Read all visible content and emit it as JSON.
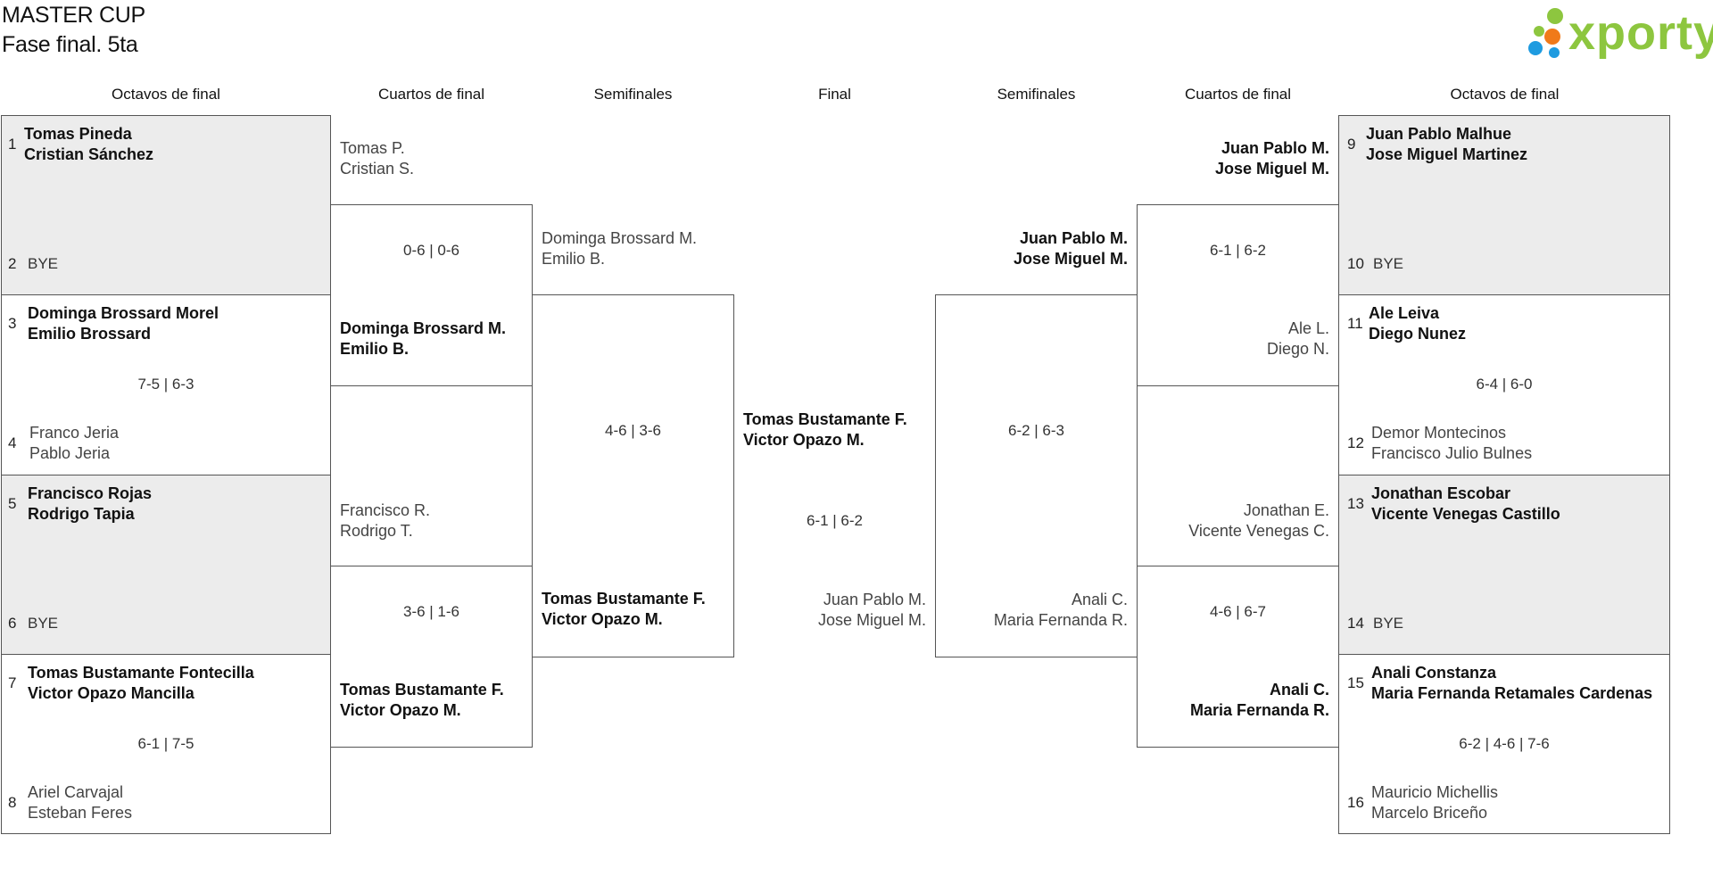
{
  "header": {
    "title": "MASTER CUP",
    "subtitle": "Fase final. 5ta"
  },
  "logo": {
    "text": "xporty",
    "accent": "#8dc63f",
    "dot_colors": [
      "#8dc63f",
      "#1e9be0",
      "#f07a1a"
    ]
  },
  "rounds": {
    "left_r16": "Octavos de final",
    "left_qf": "Cuartos de final",
    "left_sf": "Semifinales",
    "final": "Final",
    "right_sf": "Semifinales",
    "right_qf": "Cuartos de final",
    "right_r16": "Octavos de final"
  },
  "r16_left": [
    {
      "top_seed": "1",
      "top": [
        "Tomas Pineda",
        "Cristian Sánchez"
      ],
      "bottom_seed": "2",
      "bottom": [
        "BYE"
      ],
      "score": ""
    },
    {
      "top_seed": "3",
      "top": [
        "Dominga Brossard Morel",
        "Emilio Brossard"
      ],
      "bottom_seed": "4",
      "bottom": [
        "Franco Jeria",
        "Pablo Jeria"
      ],
      "score": "7-5 | 6-3"
    },
    {
      "top_seed": "5",
      "top": [
        "Francisco Rojas",
        "Rodrigo Tapia"
      ],
      "bottom_seed": "6",
      "bottom": [
        "BYE"
      ],
      "score": ""
    },
    {
      "top_seed": "7",
      "top": [
        "Tomas Bustamante Fontecilla",
        "Victor Opazo Mancilla"
      ],
      "bottom_seed": "8",
      "bottom": [
        "Ariel Carvajal",
        "Esteban Feres"
      ],
      "score": "6-1 | 7-5"
    }
  ],
  "r16_right": [
    {
      "top_seed": "9",
      "top": [
        "Juan Pablo Malhue",
        "Jose Miguel Martinez"
      ],
      "bottom_seed": "10",
      "bottom": [
        "BYE"
      ],
      "score": ""
    },
    {
      "top_seed": "11",
      "top": [
        "Ale Leiva",
        "Diego Nunez"
      ],
      "bottom_seed": "12",
      "bottom": [
        "Demor Montecinos",
        "Francisco Julio Bulnes"
      ],
      "score": "6-4 | 6-0"
    },
    {
      "top_seed": "13",
      "top": [
        "Jonathan Escobar",
        "Vicente Venegas Castillo"
      ],
      "bottom_seed": "14",
      "bottom": [
        "BYE"
      ],
      "score": ""
    },
    {
      "top_seed": "15",
      "top": [
        "Anali Constanza",
        "Maria Fernanda Retamales Cardenas"
      ],
      "bottom_seed": "16",
      "bottom": [
        "Mauricio Michellis",
        "Marcelo Briceño"
      ],
      "score": "6-2 | 4-6 | 7-6"
    }
  ],
  "qf_left": [
    {
      "top": [
        "Tomas P.",
        "Cristian S."
      ],
      "bottom": [
        "Dominga Brossard M.",
        "Emilio B."
      ],
      "score": "0-6 | 0-6"
    },
    {
      "top": [
        "Francisco R.",
        "Rodrigo T."
      ],
      "bottom": [
        "Tomas Bustamante F.",
        "Victor Opazo M."
      ],
      "score": "3-6 | 1-6"
    }
  ],
  "qf_right": [
    {
      "top": [
        "Juan Pablo M.",
        "Jose Miguel M."
      ],
      "bottom": [
        "Ale L.",
        "Diego N."
      ],
      "score": "6-1 | 6-2"
    },
    {
      "top": [
        "Jonathan E.",
        "Vicente Venegas C."
      ],
      "bottom": [
        "Anali C.",
        "Maria Fernanda R."
      ],
      "score": "4-6 | 6-7"
    }
  ],
  "sf_left": {
    "top": [
      "Dominga Brossard M.",
      "Emilio B."
    ],
    "bottom": [
      "Tomas Bustamante F.",
      "Victor Opazo M."
    ],
    "score": "4-6 | 3-6"
  },
  "sf_right": {
    "top": [
      "Juan Pablo M.",
      "Jose Miguel M."
    ],
    "bottom": [
      "Anali C.",
      "Maria Fernanda R."
    ],
    "score": "6-2 | 6-3"
  },
  "final": {
    "top": [
      "Tomas Bustamante F.",
      "Victor Opazo M."
    ],
    "bottom": [
      "Juan Pablo M.",
      "Jose Miguel M."
    ],
    "score": "6-1 | 6-2"
  }
}
